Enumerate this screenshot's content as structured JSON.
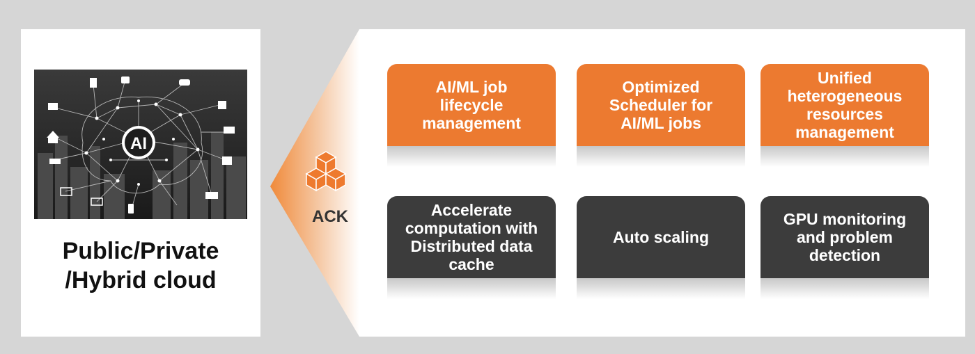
{
  "left_panel": {
    "image_icon": "ai-brain-network-image",
    "image_label": "AI",
    "title_line1": "Public/Private",
    "title_line2": "/Hybrid cloud"
  },
  "ack": {
    "icon": "ack-cube-icon",
    "label": "ACK"
  },
  "colors": {
    "orange": "#ec7a30",
    "dark": "#3c3c3c"
  },
  "cards": [
    {
      "label": "AI/ML job lifecycle management",
      "style": "orange"
    },
    {
      "label": "Optimized Scheduler for AI/ML jobs",
      "style": "orange"
    },
    {
      "label": "Unified heterogeneous resources management",
      "style": "orange"
    },
    {
      "label": "Accelerate computation with Distributed data cache",
      "style": "dark"
    },
    {
      "label": "Auto scaling",
      "style": "dark"
    },
    {
      "label": "GPU monitoring and problem detection",
      "style": "dark"
    }
  ]
}
